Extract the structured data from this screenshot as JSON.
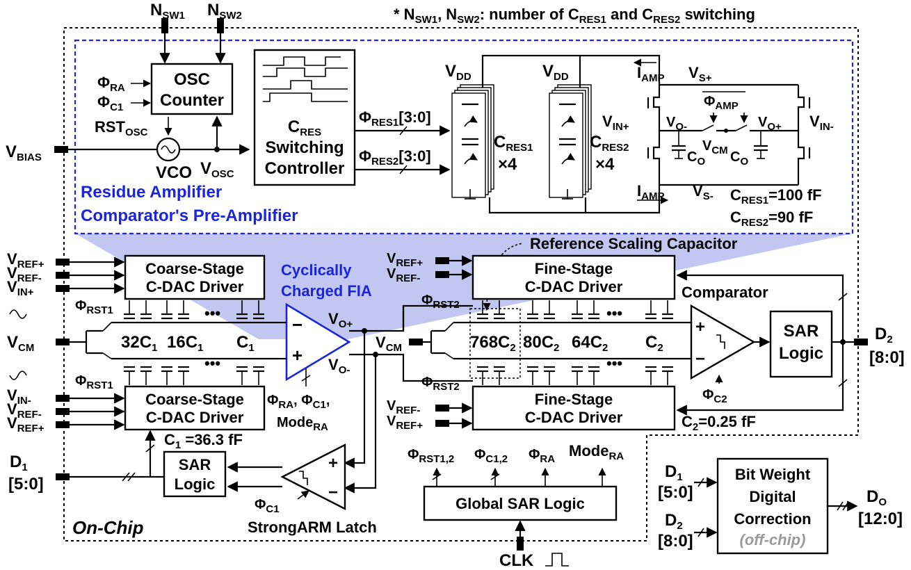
{
  "note": {
    "prefix": "* N",
    "s1": "SW1",
    "mid": ", N",
    "s2": "SW2",
    "rest": ": number of C",
    "r1": "RES1",
    "and": " and C",
    "r2": "RES2",
    "tail": " switching"
  },
  "blocks": {
    "osc_counter": [
      "OSC",
      "Counter"
    ],
    "cres_ctrl": [
      "C",
      "RES",
      "Switching",
      "Controller"
    ],
    "coarse_top": [
      "Coarse-Stage",
      "C-DAC Driver"
    ],
    "coarse_bot": [
      "Coarse-Stage",
      "C-DAC Driver"
    ],
    "fine_top": [
      "Fine-Stage",
      "C-DAC Driver"
    ],
    "fine_bot": [
      "Fine-Stage",
      "C-DAC Driver"
    ],
    "sar_right": [
      "SAR",
      "Logic"
    ],
    "sar_left": [
      "SAR",
      "Logic"
    ],
    "global_sar": "Global SAR Logic",
    "bit_weight": [
      "Bit Weight",
      "Digital",
      "Correction"
    ],
    "off_chip": "(off-chip)"
  },
  "labels": {
    "nsw1": {
      "m": "N",
      "s": "SW1"
    },
    "nsw2": {
      "m": "N",
      "s": "SW2"
    },
    "phi_ra": {
      "m": "Φ",
      "s": "RA"
    },
    "phi_c1": {
      "m": "Φ",
      "s": "C1"
    },
    "rst_osc": {
      "m": "RST",
      "s": "OSC"
    },
    "vbias": {
      "m": "V",
      "s": "BIAS"
    },
    "vco": "VCO",
    "vosc": {
      "m": "V",
      "s": "OSC"
    },
    "phi_res1": {
      "m": "Φ",
      "s": "RES1",
      "t": "[3:0]"
    },
    "phi_res2": {
      "m": "Φ",
      "s": "RES2",
      "t": "[3:0]"
    },
    "vdd": {
      "m": "V",
      "s": "DD"
    },
    "cres1": {
      "m": "C",
      "s": "RES1"
    },
    "cres2": {
      "m": "C",
      "s": "RES2"
    },
    "x4": "×4",
    "iamp": {
      "m": "I",
      "s": "AMP"
    },
    "vsp": {
      "m": "V",
      "s": "S+"
    },
    "vsm": {
      "m": "V",
      "s": "S-"
    },
    "phi_amp": {
      "m": "Φ",
      "s": "AMP"
    },
    "vinp": {
      "m": "V",
      "s": "IN+"
    },
    "vinm": {
      "m": "V",
      "s": "IN-"
    },
    "vom": {
      "m": "V",
      "s": "O-"
    },
    "vop": {
      "m": "V",
      "s": "O+"
    },
    "vcm": {
      "m": "V",
      "s": "CM"
    },
    "co": {
      "m": "C",
      "s": "O"
    },
    "cres1_val": {
      "m": "C",
      "s": "RES1",
      "t": "=100 fF"
    },
    "cres2_val": {
      "m": "C",
      "s": "RES2",
      "t": "=90 fF"
    },
    "ra_title": [
      "Residue Amplifier",
      "Comparator's Pre-Amplifier"
    ],
    "ref_scaling": "Reference Scaling Capacitor",
    "vrefp": {
      "m": "V",
      "s": "REF+"
    },
    "vrefm": {
      "m": "V",
      "s": "REF-"
    },
    "vin_p": {
      "m": "V",
      "s": "IN+"
    },
    "vin_m": {
      "m": "V",
      "s": "IN-"
    },
    "cyc_fia": [
      "Cyclically",
      "Charged FIA"
    ],
    "phi_rst1": {
      "m": "Φ",
      "s": "RST1"
    },
    "phi_rst2": {
      "m": "Φ",
      "s": "RST2"
    },
    "vcm_in": {
      "m": "V",
      "s": "CM"
    },
    "c_32": {
      "m": "32C",
      "s": "1"
    },
    "c_16": {
      "m": "16C",
      "s": "1"
    },
    "c_1": {
      "m": "C",
      "s": "1"
    },
    "c_768": {
      "m": "768C",
      "s": "2"
    },
    "c_80": {
      "m": "80C",
      "s": "2"
    },
    "c_64": {
      "m": "64C",
      "s": "2"
    },
    "c_2": {
      "m": "C",
      "s": "2"
    },
    "comparator": "Comparator",
    "d2": {
      "m": "D",
      "s": "2",
      "t": "[8:0]"
    },
    "d1": {
      "m": "D",
      "s": "1",
      "t": "[5:0]"
    },
    "phi_c2": {
      "m": "Φ",
      "s": "C2"
    },
    "c2_val": {
      "m": "C",
      "s": "2",
      "t": "=0.25 fF"
    },
    "c1_val": {
      "m": "C",
      "s": "1",
      "t": " =36.3 fF"
    },
    "fia_ctrl": {
      "a": "Φ",
      "as": "RA",
      "b": ", Φ",
      "bs": "C1",
      "c": ",",
      "d": "Mode",
      "ds": "RA"
    },
    "strongarm": "StrongARM Latch",
    "phi_c1_latch": {
      "m": "Φ",
      "s": "C1"
    },
    "g_rst": {
      "m": "Φ",
      "s": "RST1,2"
    },
    "g_c": {
      "m": "Φ",
      "s": "C1,2"
    },
    "g_ra": {
      "m": "Φ",
      "s": "RA"
    },
    "g_mode": {
      "m": "Mode",
      "s": "RA"
    },
    "on_chip": "On-Chip",
    "clk": "CLK",
    "dout_d1": {
      "m": "D",
      "s": "1",
      "t": "[5:0]"
    },
    "dout_d2": {
      "m": "D",
      "s": "2",
      "t": "[8:0]"
    },
    "do": {
      "m": "D",
      "s": "O",
      "t": "[12:0]"
    },
    "dots": "•••"
  }
}
